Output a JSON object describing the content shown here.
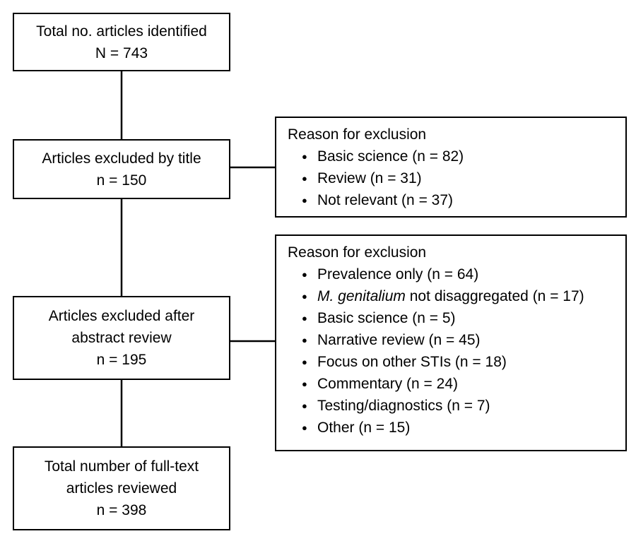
{
  "nodes": {
    "identified": {
      "line1": "Total no. articles identified",
      "line2": "N = 743"
    },
    "excluded_title": {
      "line1": "Articles excluded by title",
      "line2": "n = 150"
    },
    "excluded_abstract": {
      "line1": "Articles excluded after",
      "line2": "abstract review",
      "line3": "n = 195"
    },
    "full_text": {
      "line1": "Total number of full-text",
      "line2": "articles reviewed",
      "line3": "n = 398"
    }
  },
  "title_exclusions": {
    "heading": "Reason for exclusion",
    "items": [
      "Basic science (n = 82)",
      "Review (n = 31)",
      "Not relevant (n = 37)"
    ]
  },
  "abstract_exclusions": {
    "heading": "Reason for exclusion",
    "item_mgen_italic": "M. genitalium",
    "item_mgen_rest": " not disaggregated (n = 17)",
    "items": [
      "Prevalence only (n = 64)",
      "Basic science (n = 5)",
      "Narrative review (n = 45)",
      "Focus on other STIs (n = 18)",
      "Commentary (n = 24)",
      "Testing/diagnostics (n = 7)",
      "Other (n = 15)"
    ]
  }
}
